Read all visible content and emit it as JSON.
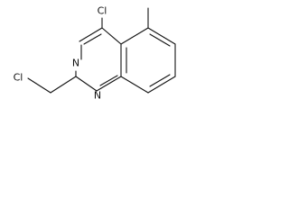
{
  "molecule": {
    "atoms": {
      "cl_top": "Cl",
      "n3": "N",
      "n1": "N",
      "cl_left": "Cl"
    }
  }
}
